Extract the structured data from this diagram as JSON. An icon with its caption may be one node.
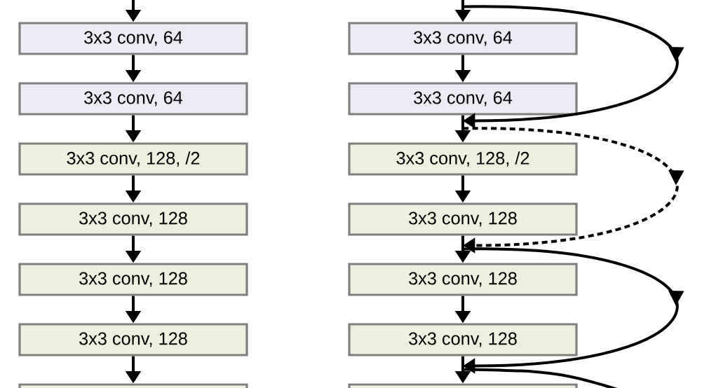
{
  "diagram": {
    "nodes": [
      {
        "text": [
          "3x3 conv, 64"
        ]
      },
      {
        "text": [
          "3x3 conv, 64"
        ]
      },
      {
        "text": [
          "3x3 conv, 128, /2"
        ]
      },
      {
        "text": [
          "3x3 conv, 128"
        ]
      },
      {
        "text": [
          "3x3 conv, 128"
        ]
      },
      {
        "text": [
          "3x3 conv, 128"
        ]
      },
      {
        "text": [],
        "shape": "box"
      },
      {
        "text": [
          "3x3 conv, 64"
        ]
      },
      {
        "text": [
          "3x3 conv, 64"
        ]
      },
      {
        "text": [
          "3x3 conv, 128, /2"
        ]
      },
      {
        "text": [
          "3x3 conv, 128"
        ]
      },
      {
        "text": [
          "3x3 conv, 128"
        ]
      },
      {
        "text": [
          "3x3 conv, 128"
        ]
      },
      {
        "text": [],
        "shape": "box"
      }
    ],
    "edges": [
      {
        "from": null,
        "to": 0,
        "arrow": "to"
      },
      {
        "from": 0,
        "to": 1,
        "arrow": "to"
      },
      {
        "from": 1,
        "to": 2,
        "arrow": "to"
      },
      {
        "from": 2,
        "to": 3,
        "arrow": "to"
      },
      {
        "from": 3,
        "to": 4,
        "arrow": "to"
      },
      {
        "from": 4,
        "to": 5,
        "arrow": "to"
      },
      {
        "from": 5,
        "to": 6,
        "arrow": "to"
      },
      {
        "from": null,
        "to": 7,
        "arrow": "to"
      },
      {
        "from": 7,
        "to": 8,
        "arrow": "to"
      },
      {
        "from": 8,
        "to": 9,
        "arrow": "to"
      },
      {
        "from": 9,
        "to": 10,
        "arrow": "to"
      },
      {
        "from": 10,
        "to": 11,
        "arrow": "to"
      },
      {
        "from": 11,
        "to": 12,
        "arrow": "to"
      },
      {
        "from": 12,
        "to": 13,
        "arrow": "to"
      },
      {
        "from": 7,
        "to": 8,
        "arrow": "to"
      },
      {
        "from": 9,
        "to": 10,
        "arrow": "to",
        "style": "dashed"
      },
      {
        "from": 11,
        "to": 12,
        "arrow": "to"
      },
      {
        "from": 13,
        "to": null,
        "arrow": "none"
      }
    ]
  }
}
